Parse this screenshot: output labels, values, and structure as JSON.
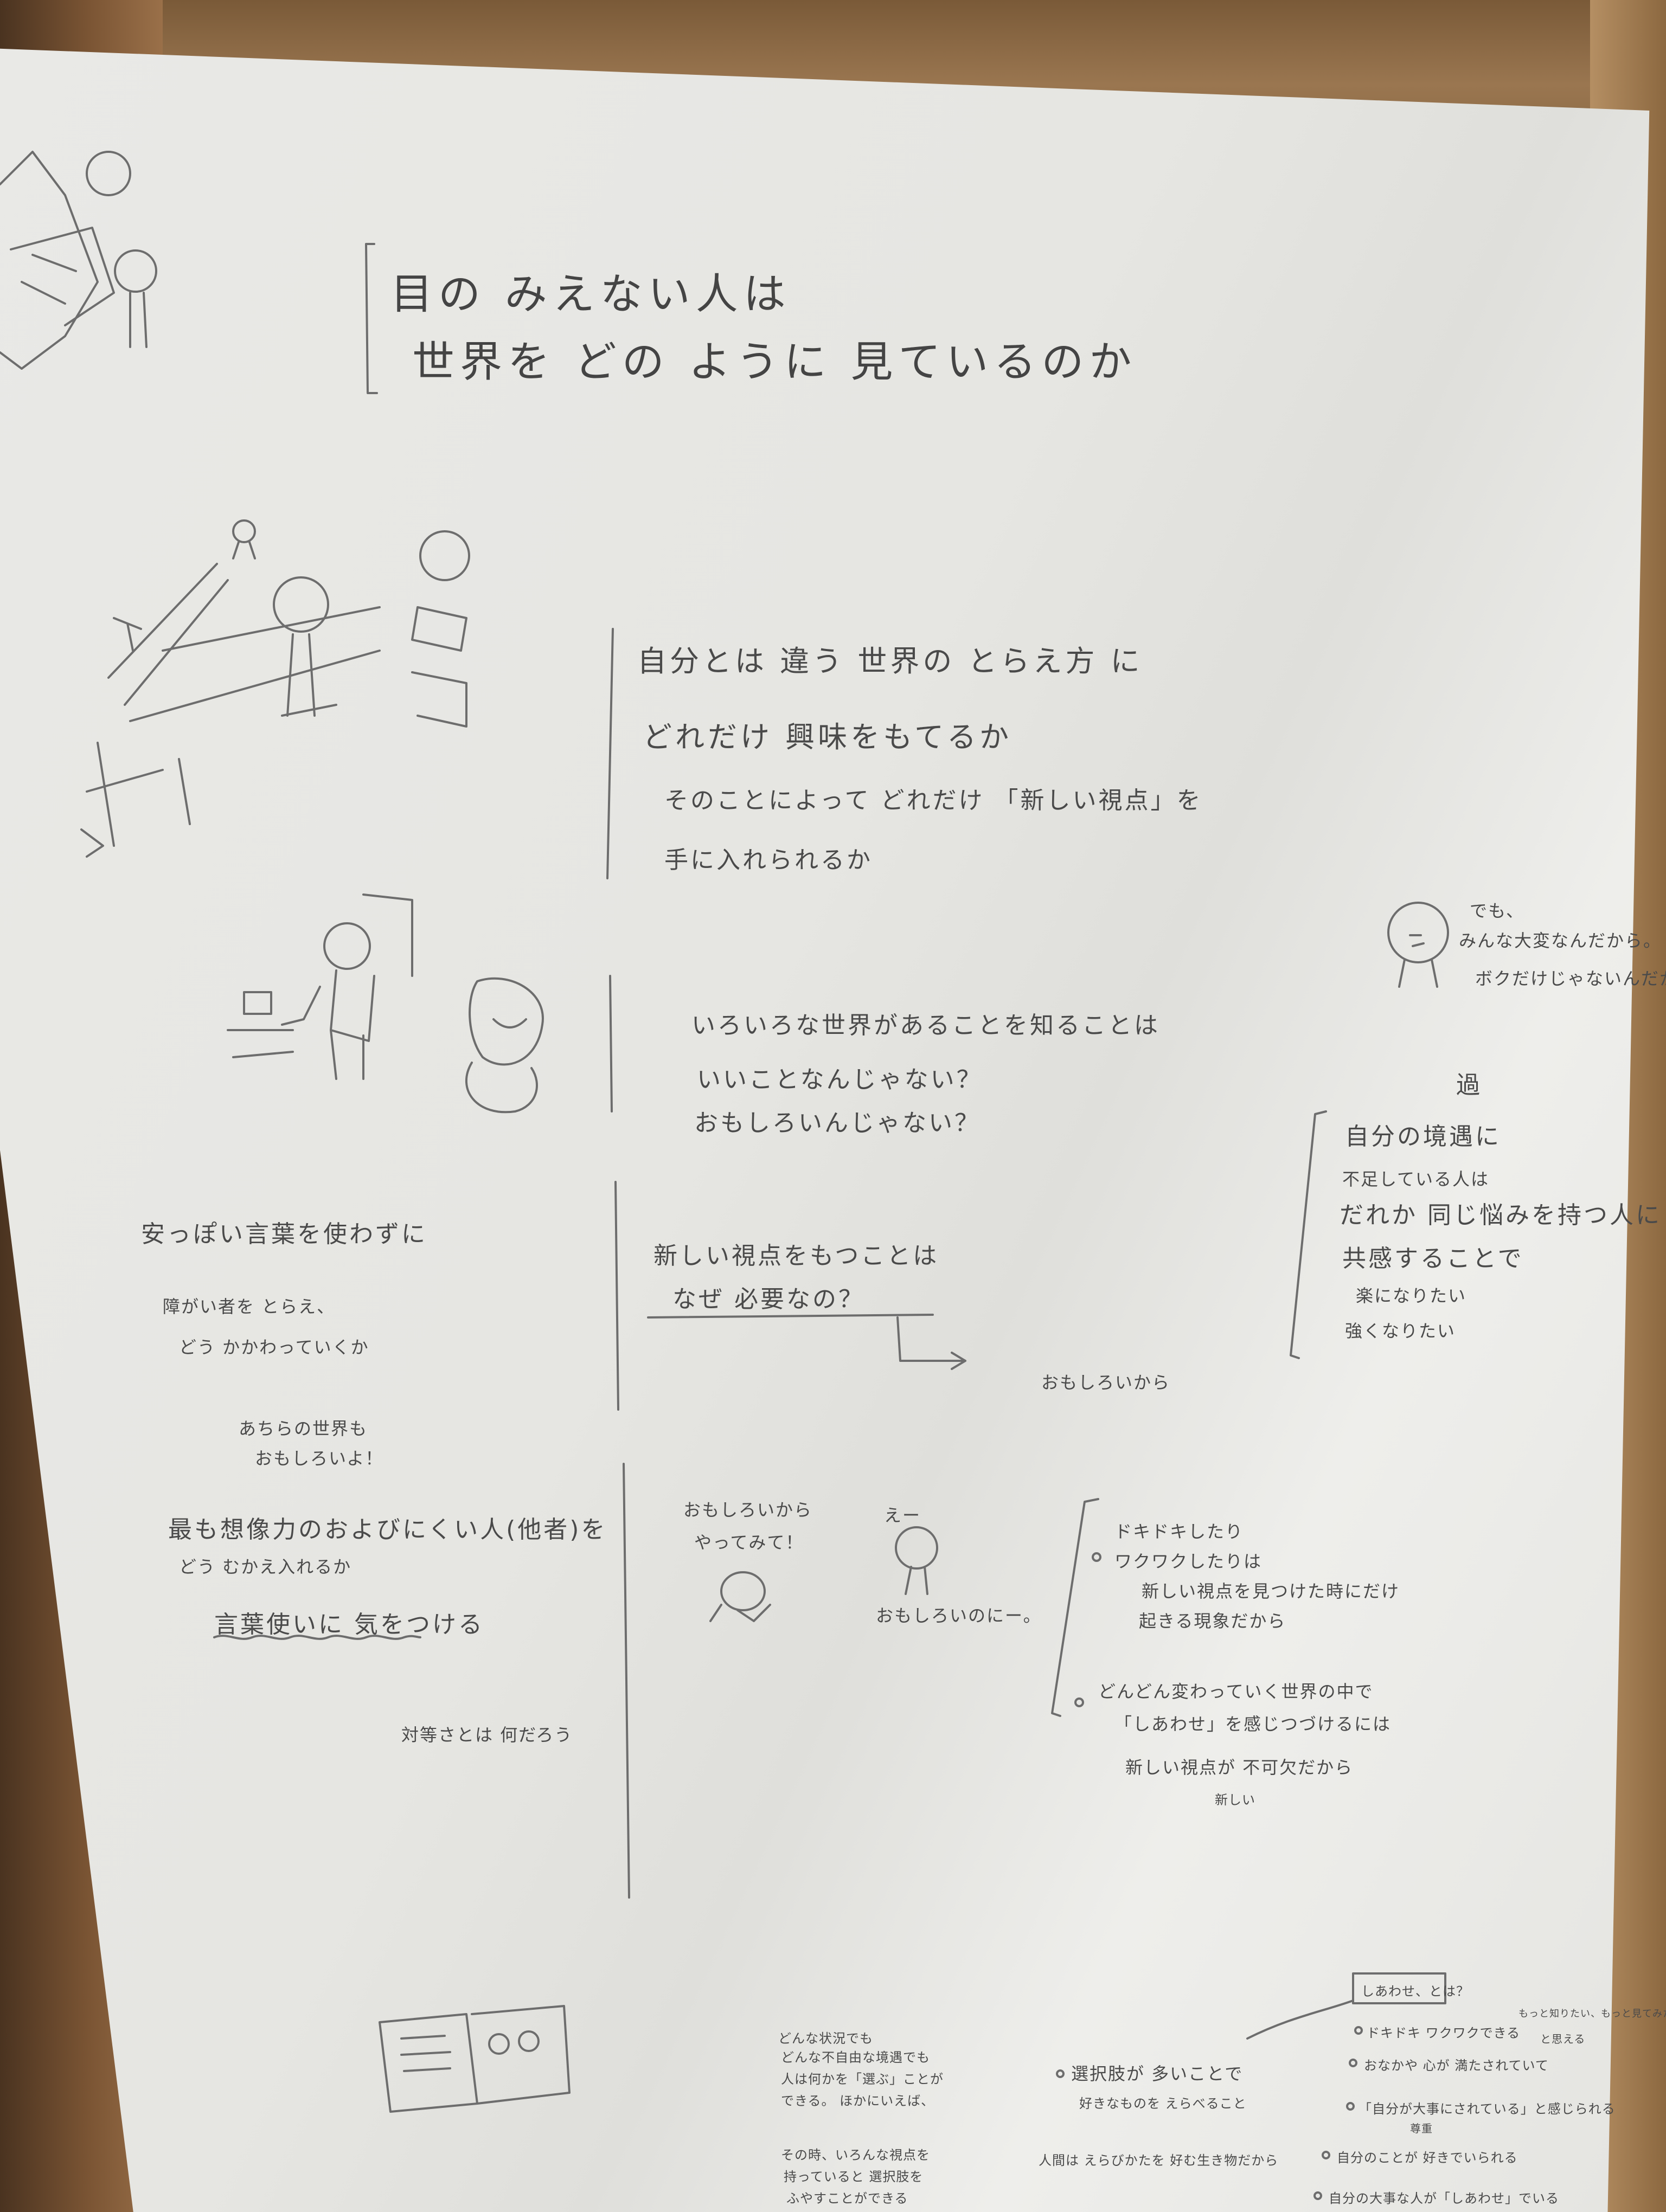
{
  "title": {
    "line1": "目の みえない人は",
    "line2": "世界を どの ように 見ているのか"
  },
  "center_block": {
    "line1": "自分とは 違う 世界の とらえ方 に",
    "line2": "どれだけ 興味をもてるか",
    "line3": "そのことによって どれだけ 「新しい視点」を",
    "line4": "手に入れられるか"
  },
  "question_block": {
    "line1": "いろいろな世界があることを知ることは",
    "line2": "いいことなんじゃない？",
    "line3": "おもしろいんじゃない？"
  },
  "why_block": {
    "line1": "新しい視点をもつことは",
    "line2": "なぜ 必要なの？",
    "answer": "おもしろいから"
  },
  "right_speech": {
    "line1": "でも、",
    "line2": "みんな大変なんだから。",
    "line3": "ボクだけじゃないんだから。"
  },
  "right_block": {
    "heading": "過",
    "line1": "自分の境遇に",
    "line2": "不足している人は",
    "line3": "だれか 同じ悩みを持つ人に",
    "line4": "共感することで",
    "line5": "楽になりたい",
    "line6": "強くなりたい"
  },
  "left_block": {
    "line1": "安っぽい言葉を使わずに",
    "line2": "障がい者を とらえ、",
    "line3": "どう かかわっていくか",
    "line4": "あちらの世界も",
    "line5": "おもしろいよ！",
    "line6": "最も想像力のおよびにくい人(他者)を",
    "line7": "どう むかえ入れるか",
    "line8": "言葉使いに 気をつける",
    "line9": "対等さとは 何だろう"
  },
  "dialogue": {
    "a1": "おもしろいから",
    "a2": "やってみて！",
    "b1": "えー",
    "b2": "おもしろいのにー。"
  },
  "bullets_right": {
    "b1_line1": "ドキドキしたり",
    "b1_line2": "ワクワクしたりは",
    "b1_line3": "新しい視点を見つけた時にだけ",
    "b1_line4": "起きる現象だから",
    "b2_line1": "どんどん変わっていく世界の中で",
    "b2_line2": "「しあわせ」を感じつづけるには",
    "b2_line3": "新しい視点が 不可欠だから",
    "b2_note": "新しい"
  },
  "bottom_center": {
    "l1": "どんな状況でも",
    "l2": "どんな不自由な境遇でも",
    "l3": "人は何かを「選ぶ」ことが",
    "l4": "できる。 ほかにいえば、",
    "l5": "その時、いろんな視点を",
    "l6": "持っていると 選択肢を",
    "l7": "ふやすことができる"
  },
  "bottom_mid": {
    "b1": "選択肢が 多いことで",
    "b2": "好きなものを えらべること",
    "b3": "人間は えらびかたを 好む生き物だから"
  },
  "bottom_right": {
    "heading": "しあわせ、とは？",
    "r1": "ドキドキ ワクワクできる",
    "r1_note": "もっと知りたい、もっと見てみたい",
    "r1_end": "と思える",
    "r2": "おなかや 心が 満たされていて",
    "r3": "「自分が大事にされている」と感じられる",
    "r3_note": "尊重",
    "r4": "自分のことが 好きでいられる",
    "r5": "自分の大事な人が「しあわせ」でいる"
  }
}
